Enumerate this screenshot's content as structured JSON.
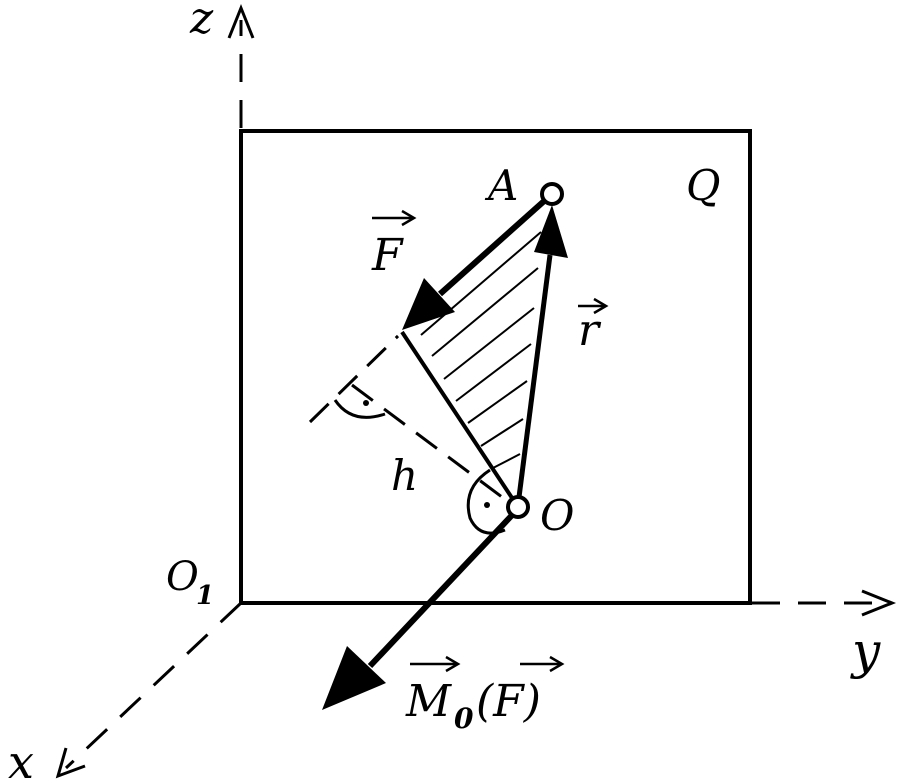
{
  "labels": {
    "axis_z": "z",
    "axis_y": "y",
    "axis_x": "x",
    "origin_o1": "O",
    "origin_o1_sub": "1",
    "point_a": "A",
    "point_o": "O",
    "plane_q": "Q",
    "force_f": "F",
    "radius_r": "r",
    "arm_h": "h",
    "moment_m": "M",
    "moment_sub": "0",
    "moment_arg": "(F)"
  },
  "colors": {
    "ink": "#000000",
    "background": "#ffffff"
  }
}
